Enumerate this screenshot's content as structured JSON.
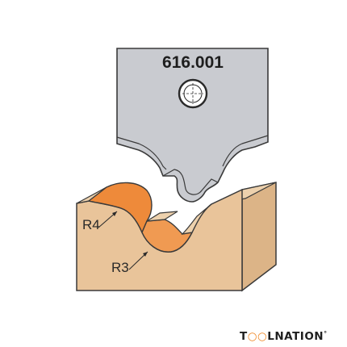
{
  "diagram": {
    "part_number": "616.001",
    "labels": {
      "radius_top": "R4",
      "radius_bottom": "R3"
    }
  },
  "brand": {
    "logo_text": "TOOLNATION",
    "accent_color": "#f08a2a"
  },
  "colors": {
    "knife_fill": "#c9cbd0",
    "workpiece_fill": "#e9c49a",
    "profile_fill": "#ee8a3a",
    "outline": "#3a3a3a"
  }
}
